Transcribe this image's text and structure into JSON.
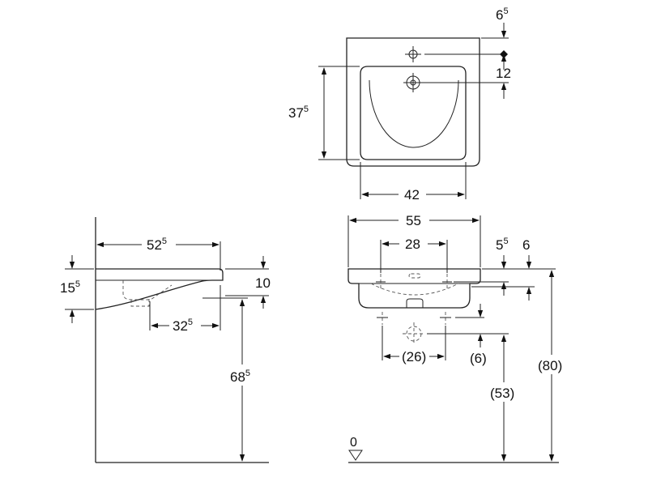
{
  "top_view": {
    "dim_top_offset": {
      "main": "6",
      "sup": "5"
    },
    "dim_depth": {
      "main": "37",
      "sup": "5"
    },
    "dim_hole": "12",
    "dim_width": "42"
  },
  "side_view": {
    "dim_length": {
      "main": "52",
      "sup": "5"
    },
    "dim_rim_height": {
      "main": "15",
      "sup": "5"
    },
    "dim_thickness": "10",
    "dim_bowl": {
      "main": "32",
      "sup": "5"
    },
    "dim_mount_height": {
      "main": "68",
      "sup": "5"
    }
  },
  "front_view": {
    "dim_overall_width": "55",
    "dim_bracket_spacing": "28",
    "dim_right_a": {
      "main": "5",
      "sup": "5"
    },
    "dim_right_b": "6",
    "dim_pipe_spacing": "(26)",
    "dim_pipe_offset": "(6)",
    "dim_pipe_height": "(53)",
    "dim_total_height": "(80)",
    "floor_label": "0"
  }
}
